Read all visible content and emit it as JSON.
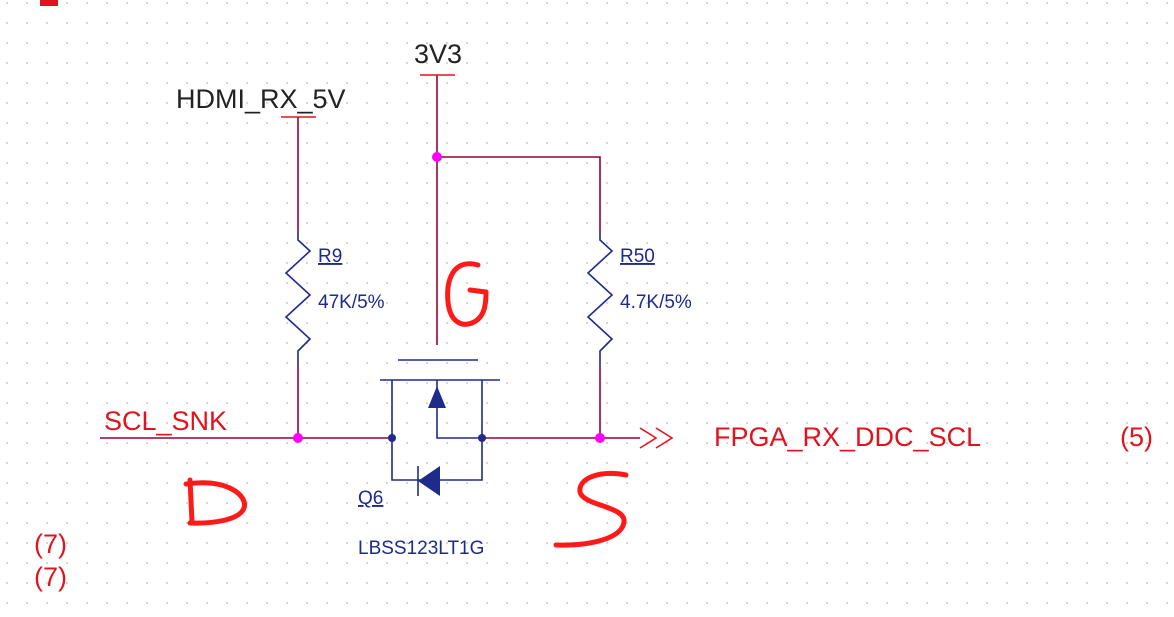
{
  "nets": {
    "supply_3v3": "3V3",
    "supply_hdmi": "HDMI_RX_5V",
    "left_port": "SCL_SNK",
    "right_port": "FPGA_RX_DDC_SCL",
    "right_ref": "(5)",
    "ref_a": "(7)",
    "ref_b": "(7)"
  },
  "components": {
    "r9": {
      "ref": "R9",
      "value": "47K/5%"
    },
    "r50": {
      "ref": "R50",
      "value": "4.7K/5%"
    },
    "q6": {
      "ref": "Q6",
      "part": "LBSS123LT1G"
    }
  },
  "annotations": [
    "G",
    "D",
    "S"
  ],
  "colors": {
    "wire": "#990033",
    "net_label": "#e0141e",
    "component": "#1e2a8c",
    "junction": "#ff00ff",
    "annotation": "#ff1a1a",
    "grid_dot": "#b8b8b8"
  }
}
